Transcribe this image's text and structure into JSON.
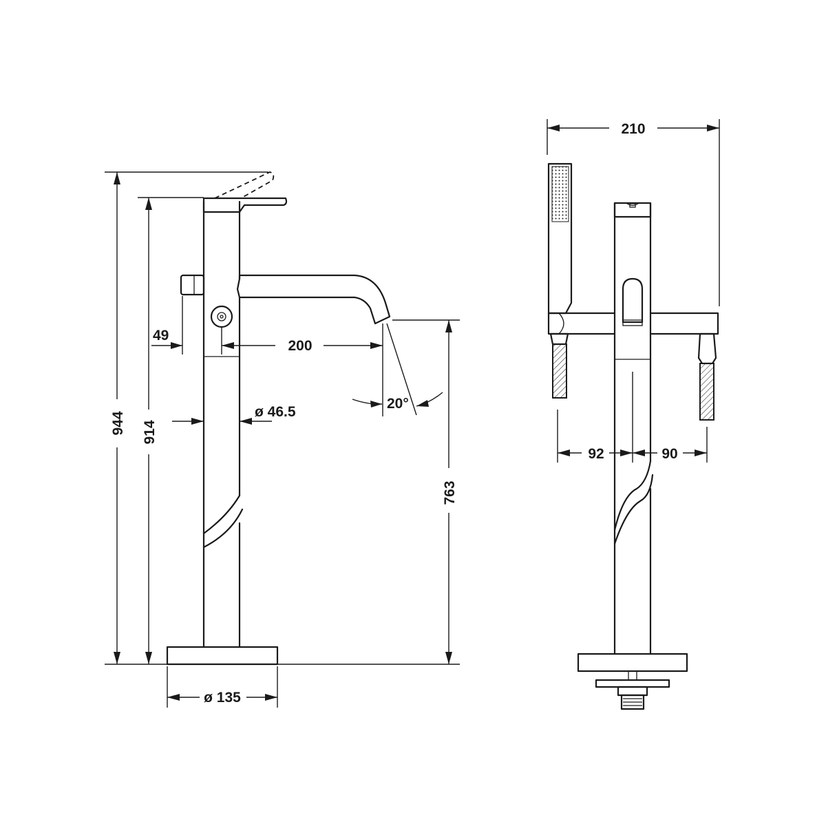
{
  "dimensions": {
    "total_height": "944",
    "spout_height_top": "914",
    "outlet_height": "763",
    "diverter_offset": "49",
    "spout_reach": "200",
    "spout_angle": "20°",
    "column_diameter": "ø 46.5",
    "base_diameter": "ø 135",
    "overall_width": "210",
    "left_holder_offset": "92",
    "right_holder_offset": "90"
  },
  "colors": {
    "line": "#1a1a1a",
    "background": "#ffffff"
  }
}
